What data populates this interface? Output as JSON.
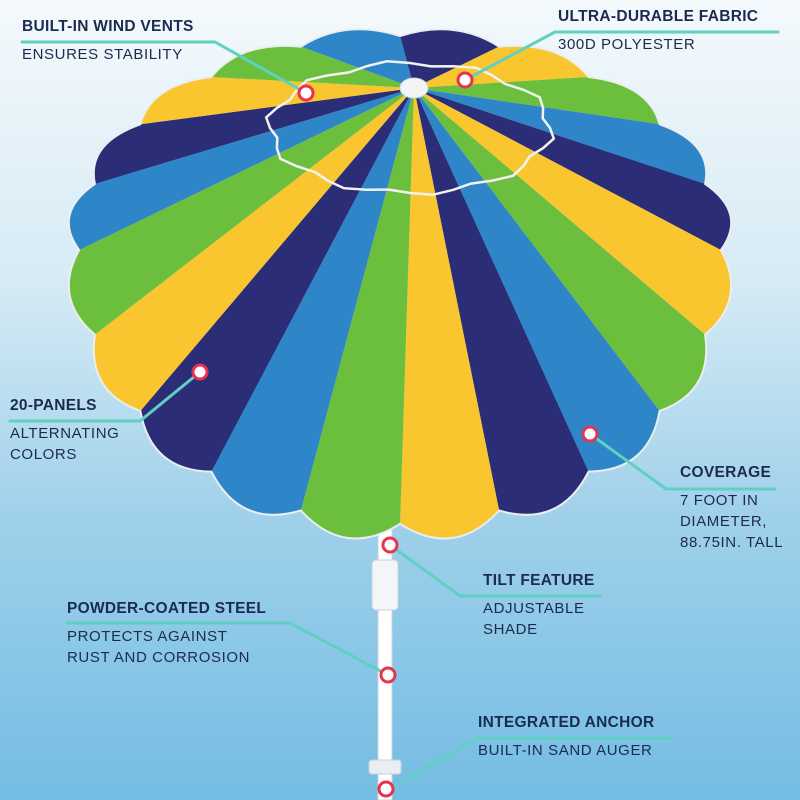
{
  "colors": {
    "navy": "#2b2d77",
    "yellow": "#f9c630",
    "green": "#6cbf3d",
    "blue": "#2e86c8",
    "accent": "#5fd0c2",
    "marker": "#e8334f"
  },
  "callouts": {
    "wind_vents": {
      "title": "BUILT-IN WIND VENTS",
      "desc": "ENSURES STABILITY"
    },
    "fabric": {
      "title": "ULTRA-DURABLE FABRIC",
      "desc": "300D POLYESTER"
    },
    "panels": {
      "title": "20-PANELS",
      "desc1": "ALTERNATING",
      "desc2": "COLORS"
    },
    "coverage": {
      "title": "COVERAGE",
      "desc1": "7 FOOT IN",
      "desc2": "DIAMETER,",
      "desc3": "88.75IN. TALL"
    },
    "tilt": {
      "title": "TILT FEATURE",
      "desc1": "ADJUSTABLE",
      "desc2": "SHADE"
    },
    "steel": {
      "title": "POWDER-COATED STEEL",
      "desc1": "PROTECTS AGAINST",
      "desc2": "RUST AND CORROSION"
    },
    "anchor": {
      "title": "INTEGRATED ANCHOR",
      "desc": "BUILT-IN SAND AUGER"
    }
  },
  "icons": [
    "hotspot-marker-icon",
    "umbrella-pole-icon"
  ]
}
